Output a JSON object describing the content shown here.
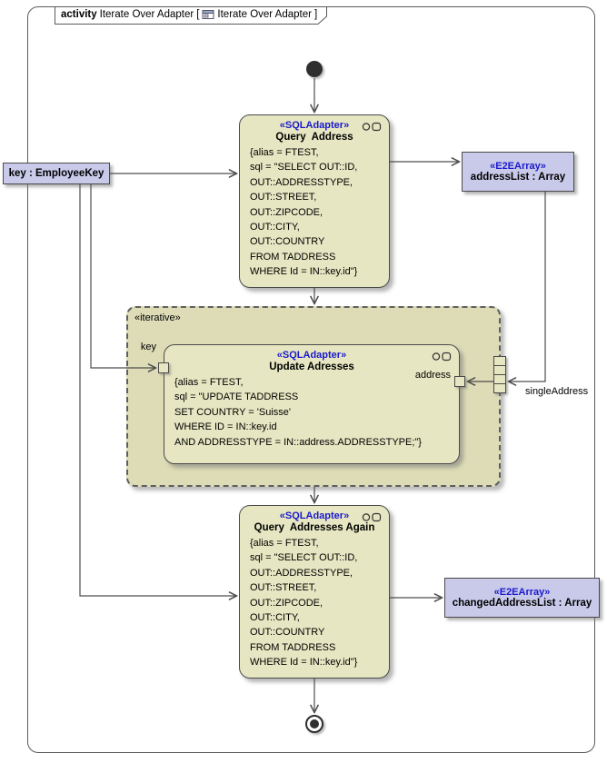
{
  "colors": {
    "action_fill": "#e6e6c2",
    "region_fill": "#dddcb6",
    "object_fill": "#c9c9ea",
    "stereotype_text": "#1a1acd",
    "edge": "#4d4d4d",
    "shadow": "#787878"
  },
  "frame": {
    "keyword": "activity",
    "name": "Iterate Over Adapter",
    "open_bracket": "[",
    "diagram_name": "Iterate Over Adapter",
    "close_bracket": "]"
  },
  "nodes": {
    "query_address": {
      "stereotype": "«SQLAdapter»",
      "title": "Query  Address",
      "body": [
        "{alias = FTEST,",
        "sql = \"SELECT OUT::ID,",
        "OUT::ADDRESSTYPE,",
        "OUT::STREET,",
        "OUT::ZIPCODE,",
        "OUT::CITY,",
        "OUT::COUNTRY",
        "FROM TADDRESS",
        "WHERE Id = IN::key.id\"}"
      ]
    },
    "update_addresses": {
      "stereotype": "«SQLAdapter»",
      "title": "Update Adresses",
      "body": [
        "{alias = FTEST,",
        "sql = \"UPDATE TADDRESS",
        "SET COUNTRY = 'Suisse'",
        "WHERE ID = IN::key.id",
        "AND ADDRESSTYPE = IN::address.ADDRESSTYPE;\"}"
      ]
    },
    "query_addresses_again": {
      "stereotype": "«SQLAdapter»",
      "title": "Query  Addresses Again",
      "body": [
        "{alias = FTEST,",
        "sql = \"SELECT OUT::ID,",
        "OUT::ADDRESSTYPE,",
        "OUT::STREET,",
        "OUT::ZIPCODE,",
        "OUT::CITY,",
        "OUT::COUNTRY",
        "FROM TADDRESS",
        "WHERE Id = IN::key.id\"}"
      ]
    }
  },
  "region": {
    "stereotype": "«iterative»"
  },
  "pins": {
    "key_pin_label": "key",
    "address_pin_label": "address",
    "expansion_label": "singleAddress"
  },
  "objects": {
    "key_param": "key : EmployeeKey",
    "address_list": {
      "stereotype": "«E2EArray»",
      "label": "addressList : Array"
    },
    "changed_address_list": {
      "stereotype": "«E2EArray»",
      "label": "changedAddressList : Array"
    }
  }
}
